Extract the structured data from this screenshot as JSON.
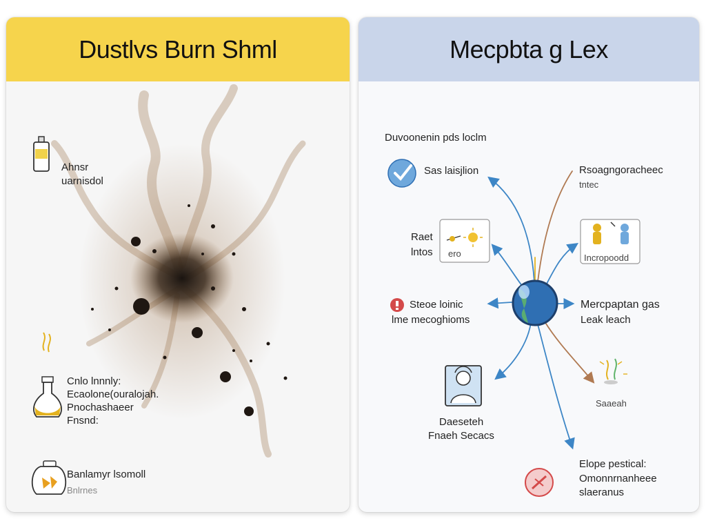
{
  "left": {
    "title": "Dustlvs Burn Shml",
    "items": [
      {
        "line1": "Ahnsr",
        "line2": "uarnisdol",
        "icon": "bottle-icon"
      },
      {
        "line1": "Cnlo lnnnly:",
        "line2": "Ecaolone(ouralojah.",
        "line3": "Pnochashaeer",
        "line4": "Fnsnd:",
        "icon": "flask-icon"
      },
      {
        "line1": "Banlamyr lsomoll",
        "line2": "Bnlrnes",
        "icon": "jar-icon"
      }
    ]
  },
  "right": {
    "title": "Mecpbta g Lex",
    "subtitle": "Duvoonenin pds loclm",
    "nodes": {
      "check": {
        "label": "Sas laisjlion",
        "icon": "checkmark-icon"
      },
      "people": {
        "line1": "Rsoagngoracheec",
        "line2": "tntec",
        "panel": "Incropoodd",
        "icon": "people-icon"
      },
      "ratio": {
        "line1": "Raet",
        "line2": "lntos",
        "panel": "ero",
        "icon": "sun-icon"
      },
      "warning": {
        "line1": "Steoe loinic",
        "line2": "lme mecoghioms",
        "icon": "warning-icon"
      },
      "center": {
        "line1": "Mercpaptan gas",
        "line2": "Leak leach",
        "icon": "globe-icon"
      },
      "person": {
        "line1": "Daeseteh",
        "line2": "Fnaeh Secacs",
        "icon": "person-icon"
      },
      "gas": {
        "label": "Saaeah",
        "icon": "gas-source-icon"
      },
      "no": {
        "line1": "Elope pestical:",
        "line2": "Omonnrnanheee",
        "line3": "slaeranus",
        "icon": "no-entry-icon"
      }
    }
  },
  "colors": {
    "left_header": "#f6d44c",
    "right_header": "#c9d5ea",
    "arrow_blue": "#3d86c6",
    "arrow_brown": "#b07a52",
    "globe_blue": "#2f6fb3",
    "alert_red": "#d44a4a",
    "smoke": "#8c6b4a"
  }
}
